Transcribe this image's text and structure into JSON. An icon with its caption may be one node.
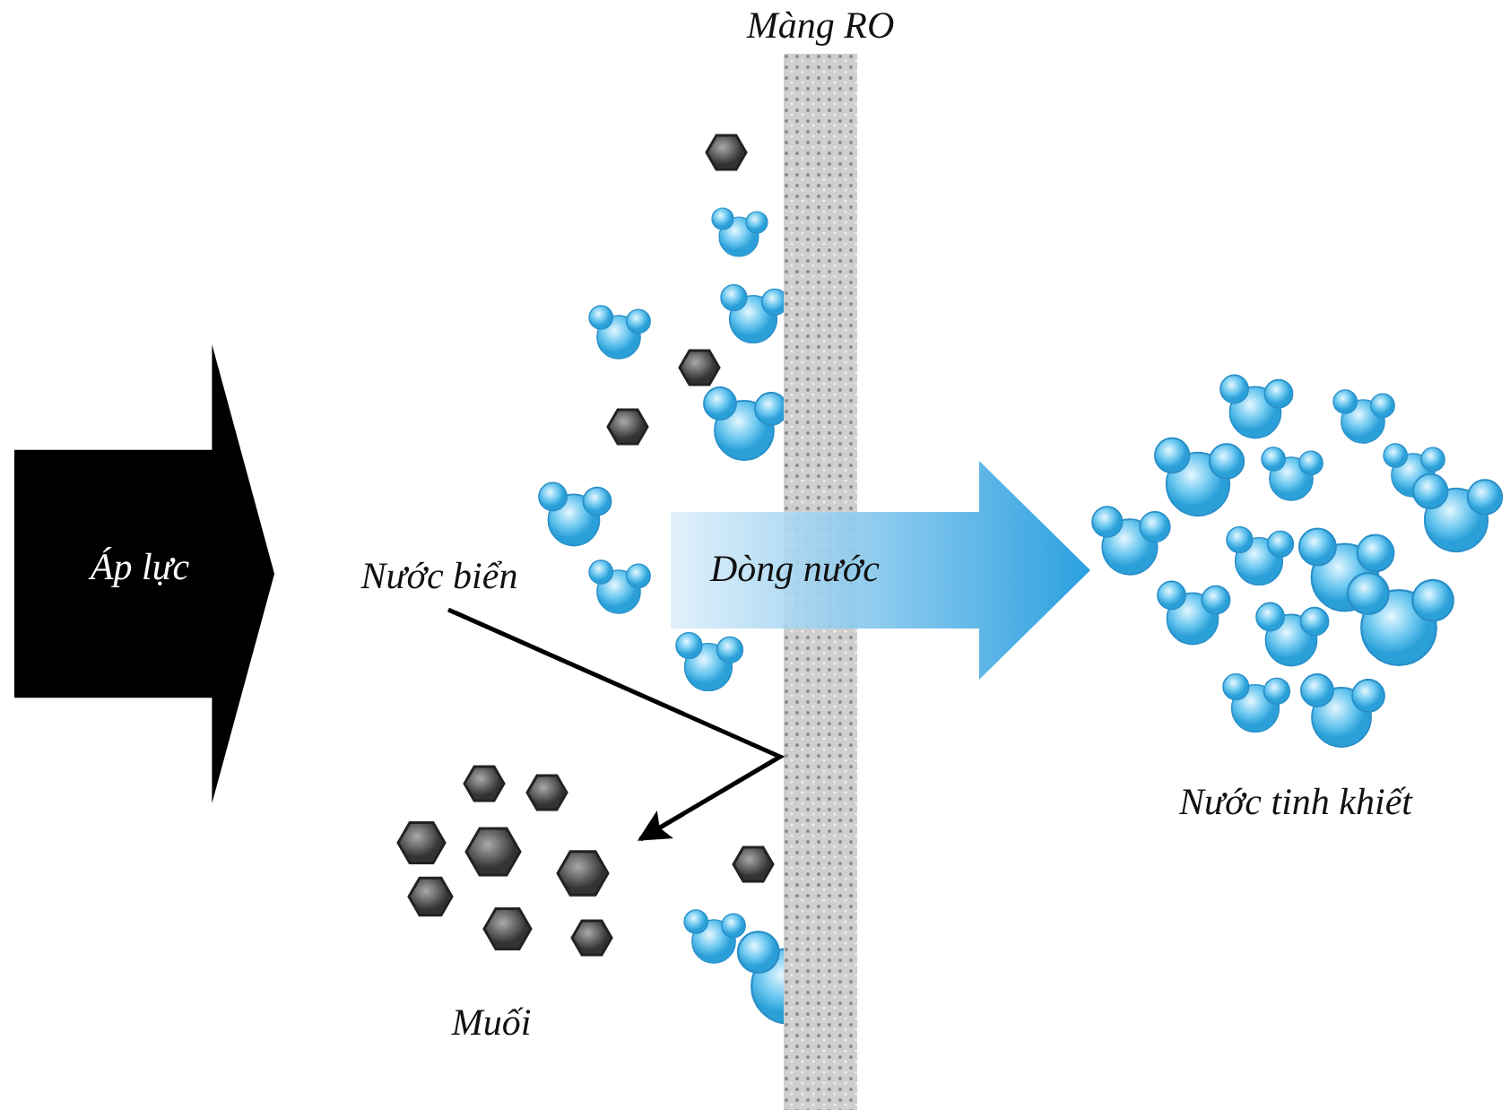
{
  "diagram": {
    "nodes": [
      {
        "text": [
          "Áp lực"
        ]
      },
      {
        "text": [
          "Màng RO"
        ]
      },
      {
        "text": [
          "Nước biển"
        ]
      },
      {
        "text": [
          "Muối"
        ]
      },
      {
        "text": [
          "Nước tinh khiết"
        ]
      }
    ],
    "edges": [
      {
        "from": 2,
        "to": 3,
        "arrow": "to"
      },
      {
        "from": 1,
        "to": 4,
        "arrow": "to",
        "label": "Dòng nước",
        "style": "thick",
        "color": "#2a9fe0"
      }
    ]
  }
}
